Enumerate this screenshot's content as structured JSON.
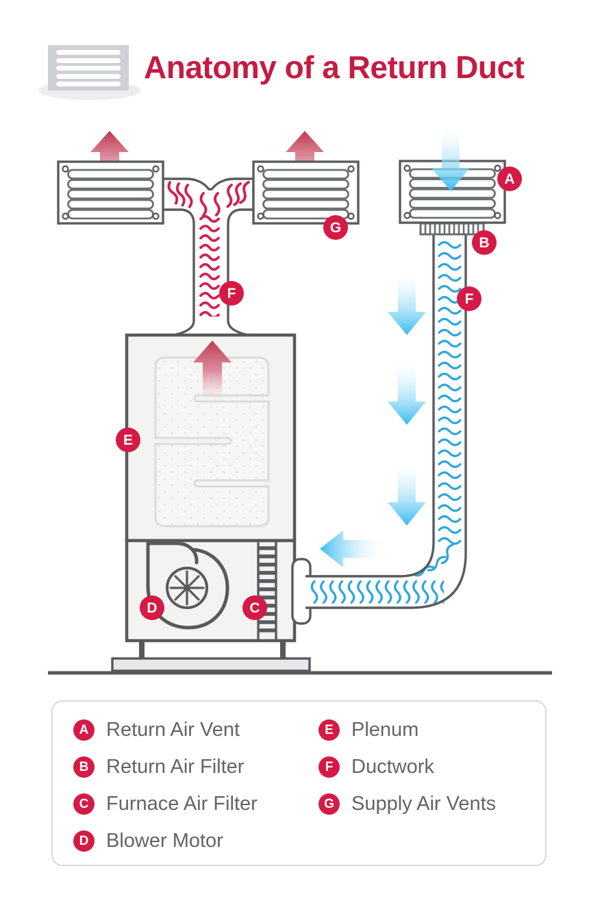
{
  "header": {
    "title": "Anatomy of a Return Duct",
    "icon": "vent-grille-icon"
  },
  "diagram": {
    "badges": {
      "a": "A",
      "b": "B",
      "c": "C",
      "d": "D",
      "e": "E",
      "f": "F",
      "g": "G"
    },
    "airflow": {
      "warm": "supply air rising out of supply vents and plenum",
      "cool": "return air pulled down through return duct into furnace"
    }
  },
  "legend": {
    "items": [
      {
        "letter": "A",
        "label": "Return Air Vent"
      },
      {
        "letter": "B",
        "label": "Return Air Filter"
      },
      {
        "letter": "C",
        "label": "Furnace Air Filter"
      },
      {
        "letter": "D",
        "label": "Blower Motor"
      },
      {
        "letter": "E",
        "label": "Plenum"
      },
      {
        "letter": "F",
        "label": "Ductwork"
      },
      {
        "letter": "G",
        "label": "Supply Air Vents"
      }
    ]
  },
  "colors": {
    "accent_badge": "#d41a45",
    "title": "#c41c42",
    "outline_gray": "#595b5e",
    "warm_air_red": "#d3204e",
    "cool_air_blue": "#2ea5de",
    "panel_fill": "#f3f3f1"
  }
}
